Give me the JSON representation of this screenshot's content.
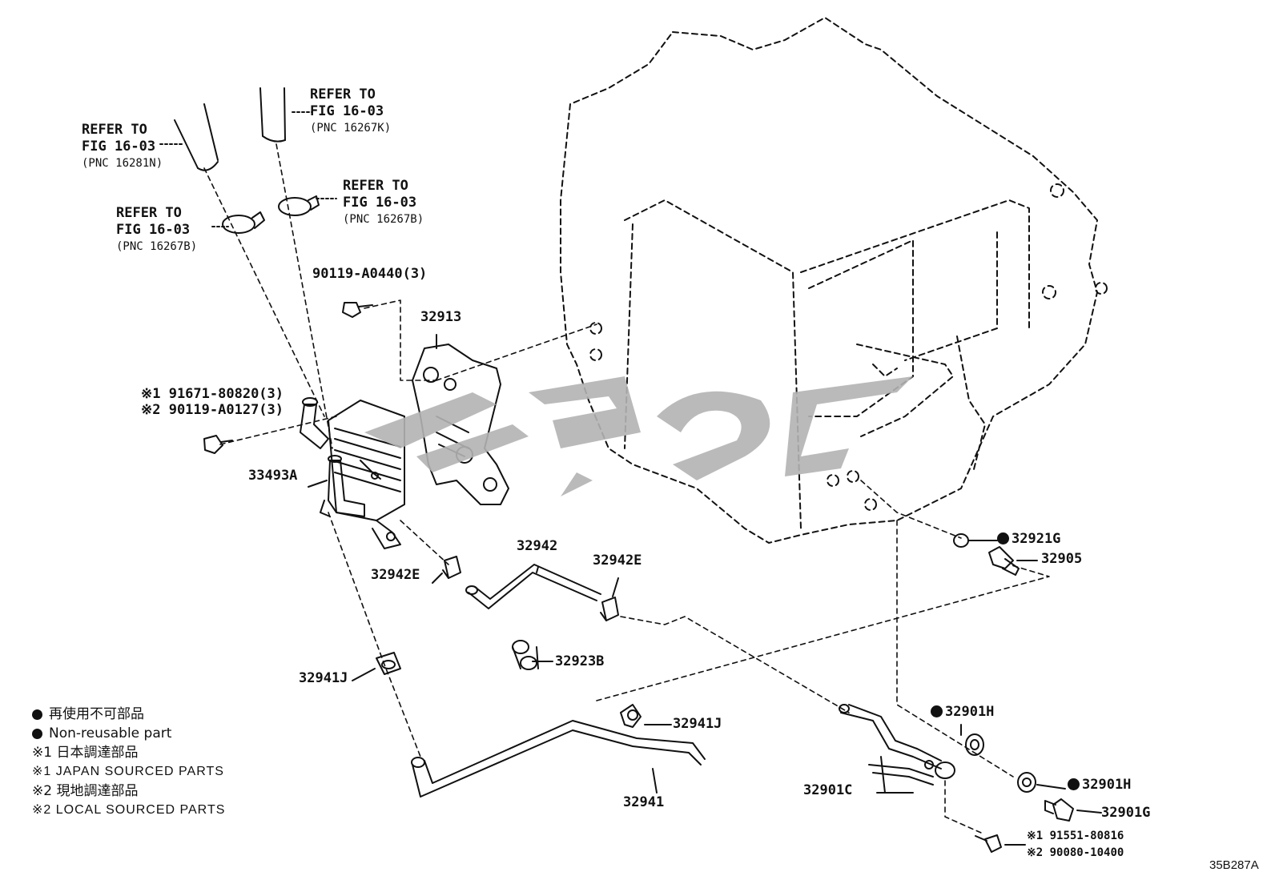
{
  "refs": [
    {
      "line1": "REFER TO",
      "line2": "FIG 16-03",
      "pnc": "(PNC 16281N)"
    },
    {
      "line1": "REFER TO",
      "line2": "FIG 16-03",
      "pnc": "(PNC 16267K)"
    },
    {
      "line1": "REFER TO",
      "line2": "FIG 16-03",
      "pnc": "(PNC 16267B)"
    },
    {
      "line1": "REFER TO",
      "line2": "FIG 16-03",
      "pnc": "(PNC 16267B)"
    }
  ],
  "parts": {
    "bolt_a0440": "90119-A0440(3)",
    "bracket": "32913",
    "bolt1": "※1 91671-80820(3)",
    "bolt2": "※2 90119-A0127(3)",
    "cooler": "33493A",
    "clip_left": "32942E",
    "hose_mid": "32942",
    "clip_right": "32942E",
    "clamp": "32923B",
    "clip_lower": "32941J",
    "clip_pipe": "32941J",
    "hose_long": "32941",
    "oring": "32921G",
    "union": "32905",
    "gasket_upper": "32901H",
    "gasket_lower": "32901H",
    "pipe": "32901C",
    "union_bolt": "32901G",
    "bolt3": "※1 91551-80816",
    "bolt4": "※2 90080-10400"
  },
  "legend": {
    "nonreuse_jp": "再使用不可部品",
    "nonreuse_en": "Non-reusable part",
    "japan_jp": "※1 日本調達部品",
    "japan_en": "※1 JAPAN SOURCED PARTS",
    "local_jp": "※2 現地調達部品",
    "local_en": "※2 LOCAL SOURCED PARTS"
  },
  "diagram_id": "35B287A",
  "colors": {
    "ink": "#111111",
    "watermark": "#b3b3b3",
    "paper": "#ffffff"
  }
}
